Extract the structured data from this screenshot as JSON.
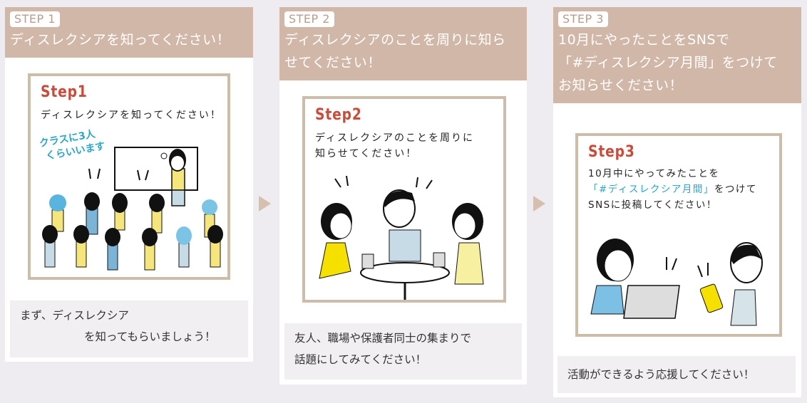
{
  "steps": [
    {
      "badge": "STEP 1",
      "title_lines": [
        "ディスレクシアを知ってください！"
      ],
      "card": {
        "logo": "Step1",
        "text_lines": [
          "ディスレクシアを知ってください！"
        ],
        "callout_lines": [
          "クラスに3人",
          "くらいいます"
        ]
      },
      "note_lines": [
        "まず、ディスレクシア",
        "を知ってもらいましょう！"
      ]
    },
    {
      "badge": "STEP 2",
      "title_lines": [
        "ディスレクシアのことを周りに知ら",
        "せてください！"
      ],
      "card": {
        "logo": "Step2",
        "text_lines": [
          "ディスレクシアのことを周りに",
          "知らせてください！"
        ]
      },
      "note_lines": [
        "友人、職場や保護者同士の集まりで",
        "話題にしてみてください！"
      ]
    },
    {
      "badge": "STEP 3",
      "title_lines": [
        "10月にやったことをSNSで",
        "「#ディスレクシア月間」をつけて",
        "お知らせください！"
      ],
      "card": {
        "logo": "Step3",
        "text_line1": "10月中にやってみたことを",
        "text_hashtag": "「#ディスレクシア月間」",
        "text_line2_rest": "をつけて",
        "text_line3": "SNSに投稿してください！"
      },
      "note_lines": [
        "活動ができるよう応援してください！"
      ]
    }
  ],
  "colors": {
    "header_bg": "#d0b7a8",
    "card_border": "#cbbda9",
    "logo_red": "#c94b3c",
    "hashtag_blue": "#2aa6c6",
    "arrow": "#d7bfae",
    "page_bg": "#eeecf0"
  }
}
